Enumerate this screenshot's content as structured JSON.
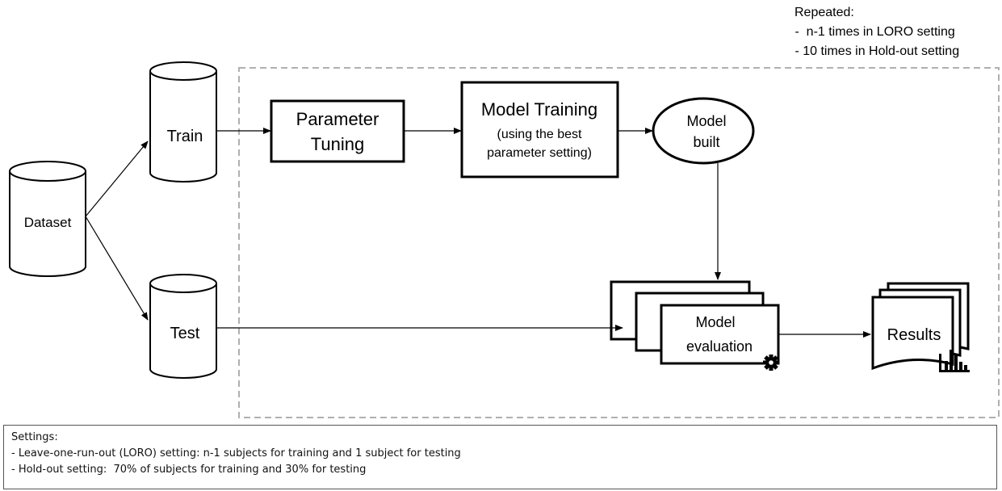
{
  "repeat_note": {
    "title": "Repeated:",
    "lines": [
      " -  n-1 times in LORO setting",
      " - 10 times in Hold-out setting"
    ]
  },
  "nodes": {
    "dataset": "Dataset",
    "train": "Train",
    "test": "Test",
    "parameter_tuning": [
      "Parameter",
      "Tuning"
    ],
    "model_training": {
      "title": "Model Training",
      "subtitle": [
        "(using the best",
        "parameter setting)"
      ]
    },
    "model_built": [
      "Model",
      "built"
    ],
    "model_evaluation": [
      "Model",
      "evaluation"
    ],
    "results": "Results"
  },
  "icons": {
    "evaluation": "gear-icon",
    "results": "bar-chart-icon"
  },
  "settings": {
    "title": "Settings:",
    "lines": [
      "- Leave-one-run-out (LORO) setting: n-1 subjects for training and 1 subject for testing",
      "- Hold-out setting:  70% of subjects for training and 30% for testing"
    ]
  },
  "colors": {
    "outline": "#000000",
    "dashed_frame": "#b0b0b0"
  }
}
